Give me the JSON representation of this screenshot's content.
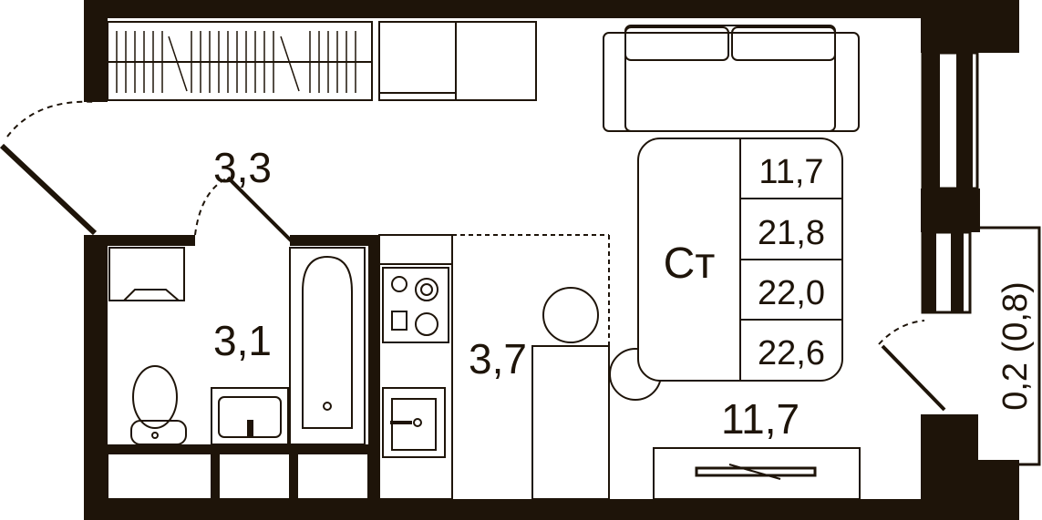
{
  "plan": {
    "colors": {
      "wall": "#1e1409",
      "line": "#1e1409",
      "bg": "#ffffff"
    },
    "rooms": {
      "hall": "3,3",
      "bathroom": "3,1",
      "kitchen": "3,7",
      "living": "11,7"
    },
    "balcony": "0,2 (0,8)",
    "summary_badge": {
      "code": "Ст",
      "values": [
        "11,7",
        "21,8",
        "22,0",
        "22,6"
      ]
    }
  }
}
